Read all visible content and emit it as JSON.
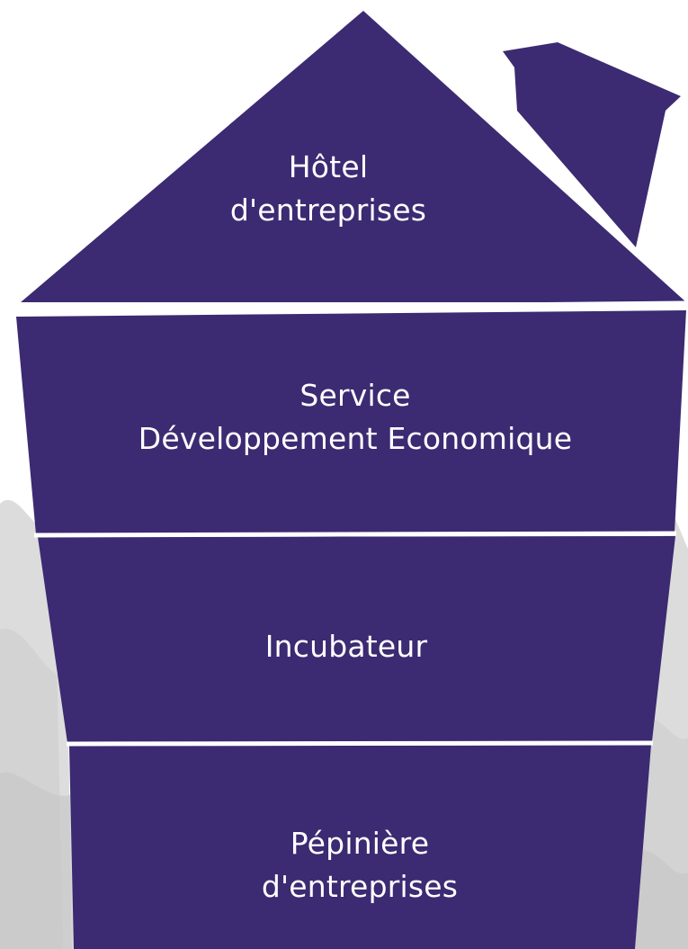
{
  "colors": {
    "house_fill": "#3c2a72",
    "divider": "#ffffff",
    "background_scenery": "#d6d6d6",
    "text": "#ffffff"
  },
  "levels": [
    {
      "id": "roof",
      "lines": [
        "Hôtel",
        "d'entreprises"
      ]
    },
    {
      "id": "service",
      "lines": [
        "Service",
        "Développement Economique"
      ]
    },
    {
      "id": "incubateur",
      "lines": [
        "Incubateur"
      ]
    },
    {
      "id": "pepiniere",
      "lines": [
        "Pépinière",
        "d'entreprises"
      ]
    }
  ]
}
